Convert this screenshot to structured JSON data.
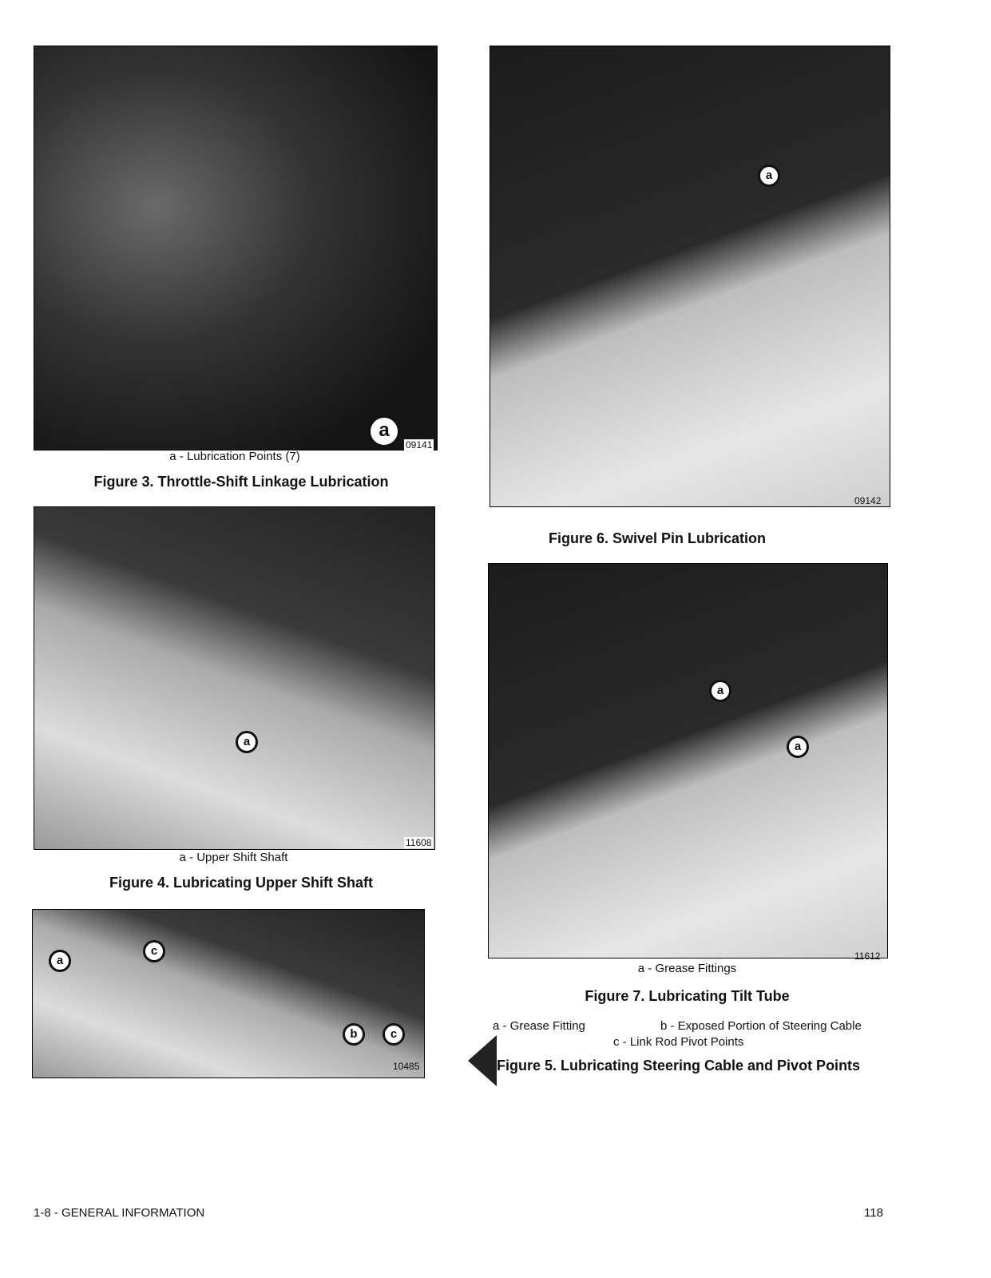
{
  "figure3": {
    "photo_id": "09141",
    "callouts": [
      "a"
    ],
    "legend": "a - Lubrication Points (7)",
    "title": "Figure 3. Throttle-Shift Linkage Lubrication"
  },
  "figure4": {
    "photo_id": "11608",
    "callouts": [
      "a"
    ],
    "legend": "a - Upper Shift Shaft",
    "title": "Figure 4. Lubricating Upper Shift Shaft"
  },
  "figure5": {
    "photo_id": "10485",
    "callouts": [
      "a",
      "c",
      "b",
      "c"
    ],
    "legend_a": "a - Grease Fitting",
    "legend_b": "b - Exposed Portion of Steering Cable",
    "legend_c": "c - Link Rod Pivot Points",
    "title": "Figure 5. Lubricating Steering Cable and Pivot Points"
  },
  "figure6": {
    "photo_id": "09142",
    "callouts": [
      "a"
    ],
    "title": "Figure 6. Swivel Pin Lubrication"
  },
  "figure7": {
    "photo_id": "11612",
    "callouts": [
      "a",
      "a"
    ],
    "legend": "a - Grease Fittings",
    "title": "Figure 7. Lubricating Tilt Tube"
  },
  "footer": {
    "section": "1-8 - GENERAL INFORMATION",
    "page": "118"
  }
}
